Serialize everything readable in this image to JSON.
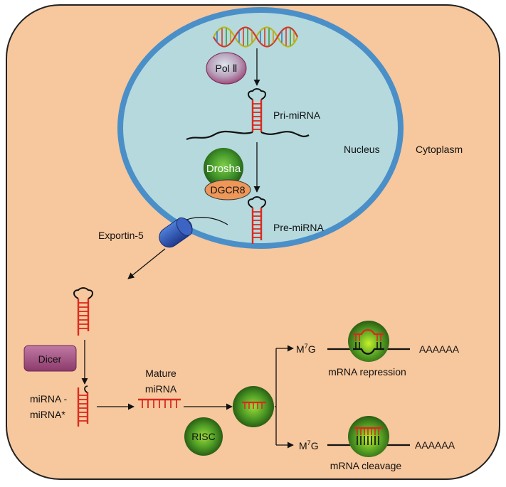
{
  "colors": {
    "cytoplasm_fill": "#f7c79d",
    "nucleus_fill": "#b5d9dd",
    "nucleus_border": "#4a8fc8",
    "rna": "#d92a1f",
    "drosha": "#3c8b28",
    "dgcr8": "#ee9758",
    "pol_ii": "#b45b8a",
    "dicer": "#a64e84",
    "risc": "#4e9a28",
    "exportin": "#2f55b5"
  },
  "labels": {
    "pol_ii": "Pol Ⅱ",
    "pri_mirna": "Pri-miRNA",
    "nucleus": "Nucleus",
    "cytoplasm": "Cytoplasm",
    "drosha": "Drosha",
    "dgcr8": "DGCR8",
    "pre_mirna": "Pre-miRNA",
    "exportin": "Exportin-5",
    "dicer": "Dicer",
    "duplex_line1": "miRNA -",
    "duplex_line2": "miRNA*",
    "mature_line1": "Mature",
    "mature_line2": "miRNA",
    "risc": "RISC",
    "cap_top": "M",
    "cap_top_sup": "7",
    "cap_top_suffix": "G",
    "poly_a_top": "AAAAAA",
    "repression": "mRNA repression",
    "cap_bottom": "M",
    "cap_bottom_sup": "7",
    "cap_bottom_suffix": "G",
    "poly_a_bottom": "AAAAAA",
    "cleavage": "mRNA cleavage"
  }
}
